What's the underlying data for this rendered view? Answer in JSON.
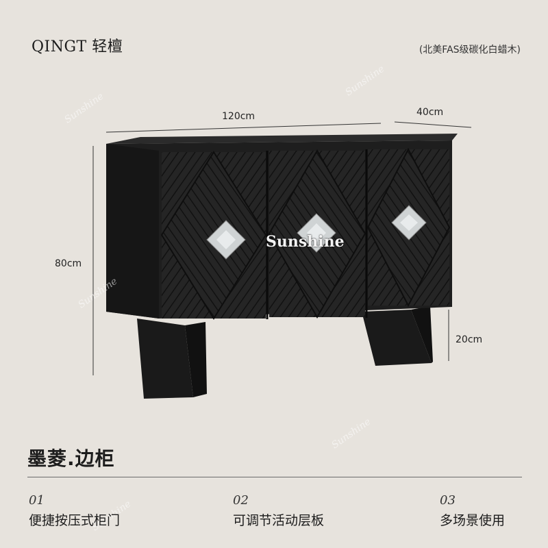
{
  "brand": "QINGT 轻檀",
  "material": "(北美FAS级碳化白蜡木)",
  "dimensions": {
    "width": "120cm",
    "depth": "40cm",
    "height": "80cm",
    "leg_height": "20cm"
  },
  "watermark": "Sunshine",
  "product_title": "墨菱.边柜",
  "features": [
    {
      "num": "01",
      "label": "便捷按压式柜门"
    },
    {
      "num": "02",
      "label": "可调节活动层板"
    },
    {
      "num": "03",
      "label": "多场景使用"
    }
  ],
  "colors": {
    "background": "#e7e3dd",
    "cabinet": "#1e1e1e",
    "handle": "#cfd3d4"
  }
}
